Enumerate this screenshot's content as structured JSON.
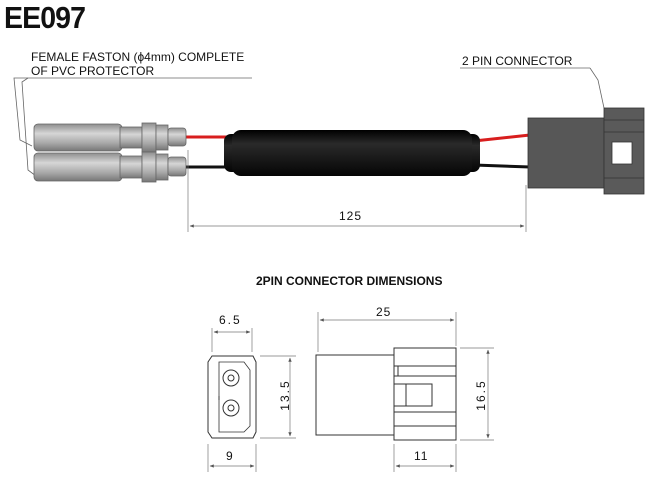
{
  "part_number": "EE097",
  "labels": {
    "faston_line1": "FEMALE FASTON (ϕ4mm) COMPLETE",
    "faston_line2": "OF PVC PROTECTOR",
    "connector": "2 PIN CONNECTOR",
    "section_title": "2PIN CONNECTOR  DIMENSIONS"
  },
  "dimensions": {
    "cable_length": "125",
    "front_width_top": "6.5",
    "front_width_bottom": "9",
    "front_height": "13.5",
    "side_length": "25",
    "side_height": "16.5",
    "latch_length": "11"
  },
  "colors": {
    "wire_red": "#d81e1e",
    "wire_black": "#111111",
    "sleeve": "#1a1a1a",
    "connector_body": "#555555",
    "faston_grey": "#b4b4b4"
  }
}
